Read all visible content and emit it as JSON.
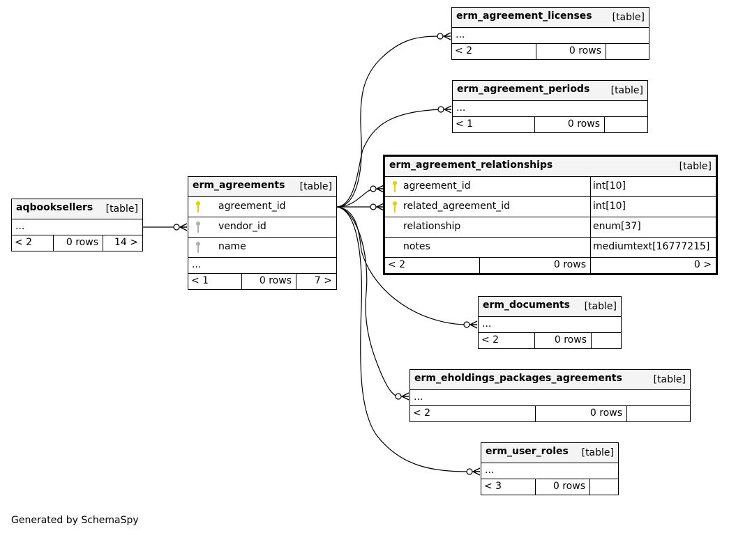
{
  "tables": {
    "aqbooksellers": {
      "name": "aqbooksellers",
      "type": "[table]",
      "ellipsis": "...",
      "parents": "< 2",
      "rows": "0 rows",
      "children": "14 >"
    },
    "erm_agreements": {
      "name": "erm_agreements",
      "type": "[table]",
      "columns": [
        {
          "name": "agreement_id",
          "key": "primary"
        },
        {
          "name": "vendor_id",
          "key": "foreign"
        },
        {
          "name": "name",
          "key": "foreign"
        }
      ],
      "ellipsis": "...",
      "parents": "< 1",
      "rows": "0 rows",
      "children": "7 >"
    },
    "erm_agreement_licenses": {
      "name": "erm_agreement_licenses",
      "type": "[table]",
      "ellipsis": "...",
      "parents": "< 2",
      "rows": "0 rows",
      "children": ""
    },
    "erm_agreement_periods": {
      "name": "erm_agreement_periods",
      "type": "[table]",
      "ellipsis": "...",
      "parents": "< 1",
      "rows": "0 rows",
      "children": ""
    },
    "erm_agreement_relationships": {
      "name": "erm_agreement_relationships",
      "type": "[table]",
      "columns": [
        {
          "name": "agreement_id",
          "type": "int[10]",
          "key": "primary"
        },
        {
          "name": "related_agreement_id",
          "type": "int[10]",
          "key": "primary"
        },
        {
          "name": "relationship",
          "type": "enum[37]",
          "key": ""
        },
        {
          "name": "notes",
          "type": "mediumtext[16777215]",
          "key": ""
        }
      ],
      "parents": "< 2",
      "rows": "0 rows",
      "children": "0 >"
    },
    "erm_documents": {
      "name": "erm_documents",
      "type": "[table]",
      "ellipsis": "...",
      "parents": "< 2",
      "rows": "0 rows",
      "children": ""
    },
    "erm_eholdings_packages_agreements": {
      "name": "erm_eholdings_packages_agreements",
      "type": "[table]",
      "ellipsis": "...",
      "parents": "< 2",
      "rows": "0 rows",
      "children": ""
    },
    "erm_user_roles": {
      "name": "erm_user_roles",
      "type": "[table]",
      "ellipsis": "...",
      "parents": "< 3",
      "rows": "0 rows",
      "children": ""
    }
  },
  "colors": {
    "primary_key": "#e0d000",
    "foreign_key": "#b0b0b0",
    "header_bg": "#f4f4f4",
    "line": "#000000"
  },
  "footer": "Generated by SchemaSpy"
}
